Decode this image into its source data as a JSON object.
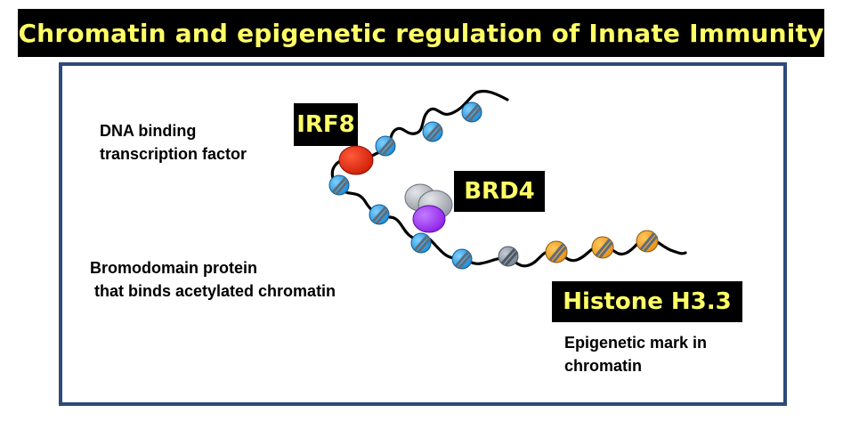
{
  "title": "Chromatin and epigenetic regulation of Innate Immunity",
  "labels": {
    "irf8": "IRF8",
    "brd4": "BRD4",
    "histone": "Histone H3.3"
  },
  "captions": {
    "dna_binding": "DNA binding\ntranscription factor",
    "bromodomain": "Bromodomain protein\n that binds acetylated chromatin",
    "epigenetic": "Epigenetic mark in\nchromatin"
  },
  "colors": {
    "title_bg": "#000000",
    "title_text": "#ffff66",
    "frame_border": "#2e4a7a",
    "nucleosome_blue": "#2aa0e8",
    "nucleosome_gray": "#8a97a8",
    "nucleosome_orange": "#f5a623",
    "irf8_red": "#e02a10",
    "brd4_purple": "#9b30f0",
    "brd4_gray": "#b8bcc4"
  }
}
